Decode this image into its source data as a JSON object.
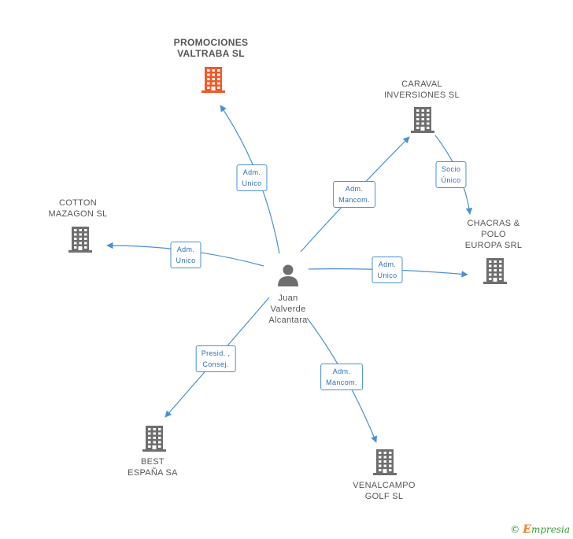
{
  "colors": {
    "edge": "#4a8fd8",
    "building": "#6e6e6e",
    "building_focus": "#f05a28",
    "person": "#6e6e6e"
  },
  "center": {
    "icon": "person-icon",
    "label": [
      "Juan",
      "Valverde",
      "Alcantara"
    ]
  },
  "nodes": [
    {
      "id": "promociones",
      "label": [
        "PROMOCIONES",
        "VALTRABA SL"
      ],
      "icon": "building-icon",
      "focus": true
    },
    {
      "id": "caraval",
      "label": [
        "CARAVAL",
        "INVERSIONES SL"
      ],
      "icon": "building-icon",
      "focus": false
    },
    {
      "id": "chacras",
      "label": [
        "CHACRAS &",
        "POLO",
        "EUROPA SRL"
      ],
      "icon": "building-icon",
      "focus": false
    },
    {
      "id": "cotton",
      "label": [
        "COTTON",
        "MAZAGON SL"
      ],
      "icon": "building-icon",
      "focus": false
    },
    {
      "id": "best",
      "label": [
        "BEST",
        "ESPAÑA SA"
      ],
      "icon": "building-icon",
      "focus": false
    },
    {
      "id": "venalcampo",
      "label": [
        "VENALCAMPO",
        "GOLF SL"
      ],
      "icon": "building-icon",
      "focus": false
    }
  ],
  "edges": [
    {
      "from": "center",
      "to": "promociones",
      "label": [
        "Adm.",
        "Unico"
      ]
    },
    {
      "from": "center",
      "to": "caraval",
      "label": [
        "Adm.",
        "Mancom."
      ]
    },
    {
      "from": "caraval",
      "to": "chacras",
      "label": [
        "Socio",
        "Único"
      ]
    },
    {
      "from": "center",
      "to": "cotton",
      "label": [
        "Adm.",
        "Unico"
      ]
    },
    {
      "from": "center",
      "to": "chacras",
      "label": [
        "Adm.",
        "Unico"
      ]
    },
    {
      "from": "center",
      "to": "best",
      "label": [
        "Presid. ,",
        "Consej."
      ]
    },
    {
      "from": "center",
      "to": "venalcampo",
      "label": [
        "Adm.",
        "Mancom."
      ]
    }
  ],
  "footer": {
    "copyright": "©",
    "brand_initial": "E",
    "brand_rest": "mpresia"
  }
}
